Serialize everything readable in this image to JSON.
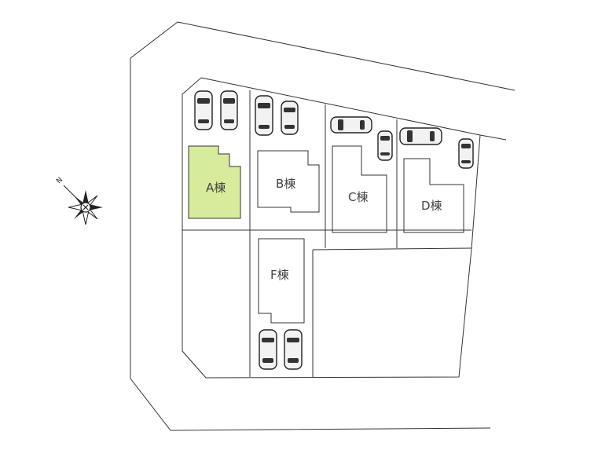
{
  "lots": [
    {
      "id": "A",
      "label": "A棟",
      "highlight": true,
      "fill": "#d7eb9c"
    },
    {
      "id": "B",
      "label": "B棟",
      "highlight": false,
      "fill": "#ffffff"
    },
    {
      "id": "C",
      "label": "C棟",
      "highlight": false,
      "fill": "#ffffff"
    },
    {
      "id": "D",
      "label": "D棟",
      "highlight": false,
      "fill": "#ffffff"
    },
    {
      "id": "F",
      "label": "F棟",
      "highlight": false,
      "fill": "#ffffff"
    }
  ],
  "compass": {
    "north_label": "N"
  },
  "colors": {
    "line": "#333333",
    "highlight": "#d7eb9c",
    "background": "#ffffff"
  }
}
